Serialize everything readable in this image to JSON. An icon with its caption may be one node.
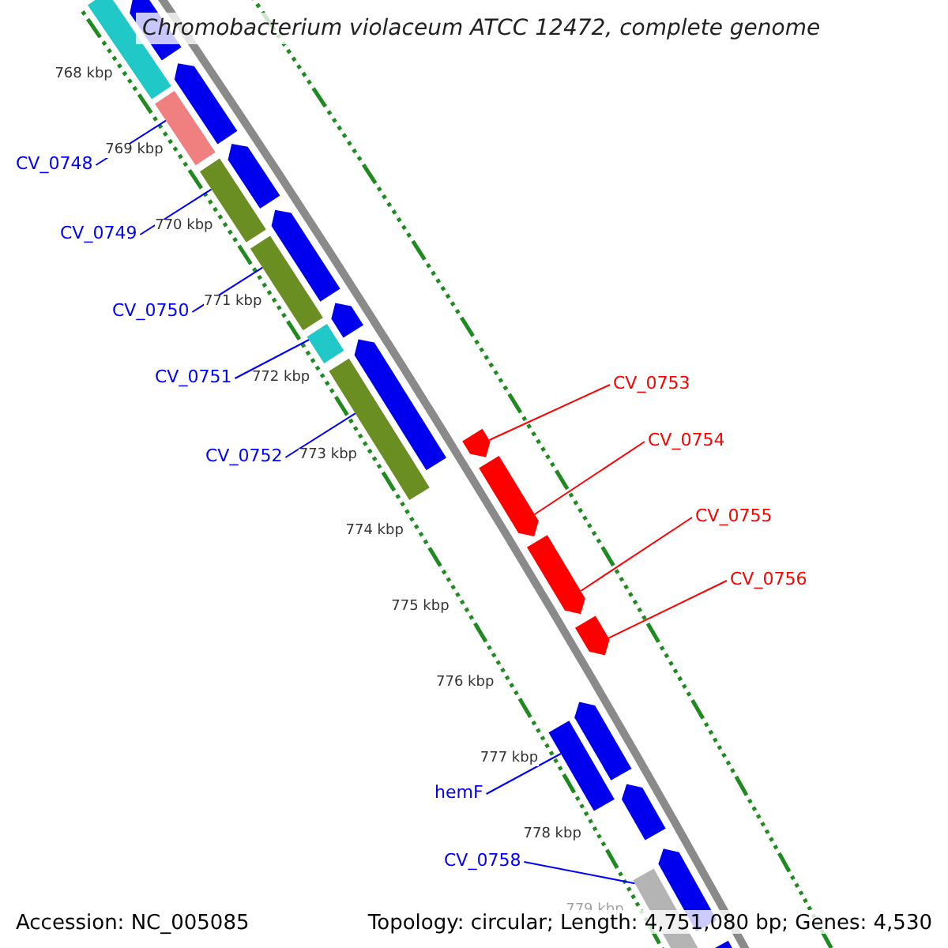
{
  "diagram": {
    "title": "Chromobacterium violaceum ATCC 12472, complete genome",
    "nodes": [
      {
        "text": [
          "CV_0748"
        ]
      },
      {
        "text": [
          "CV_0749"
        ]
      },
      {
        "text": [
          "CV_0750"
        ]
      },
      {
        "text": [
          "CV_0751"
        ]
      },
      {
        "text": [
          "CV_0752"
        ]
      },
      {
        "text": [
          "CV_0753"
        ]
      },
      {
        "text": [
          "CV_0754"
        ]
      },
      {
        "text": [
          "CV_0755"
        ]
      },
      {
        "text": [
          "CV_0756"
        ]
      },
      {
        "text": [
          "hemF"
        ]
      },
      {
        "text": [
          "CV_0758"
        ]
      },
      {
        "text": [],
        "shape": "bar"
      },
      {
        "text": [],
        "shape": "bar"
      },
      {
        "text": [],
        "shape": "bar"
      },
      {
        "text": [],
        "shape": "bar"
      },
      {
        "text": [],
        "shape": "bar"
      },
      {
        "text": [],
        "shape": "bar"
      },
      {
        "text": [],
        "shape": "bar"
      },
      {
        "text": [],
        "shape": "bar"
      },
      {
        "text": [],
        "shape": "bar"
      },
      {
        "text": [],
        "shape": "bar"
      },
      {
        "text": [],
        "shape": "bar"
      },
      {
        "text": [],
        "shape": "bar"
      },
      {
        "text": [],
        "shape": "bar"
      },
      {
        "text": [],
        "shape": "bar"
      },
      {
        "text": [],
        "shape": "bar"
      },
      {
        "text": [],
        "shape": "bar"
      },
      {
        "text": [],
        "shape": "bar"
      },
      {
        "text": [],
        "shape": "bar"
      },
      {
        "text": [],
        "shape": "bar"
      },
      {
        "text": [],
        "shape": "bar"
      },
      {
        "text": [],
        "shape": "bar"
      },
      {
        "text": [],
        "shape": "bar"
      }
    ],
    "edges": [
      {
        "from": 0,
        "to": 14,
        "arrow": "none"
      },
      {
        "from": 1,
        "to": 16,
        "arrow": "none"
      },
      {
        "from": 2,
        "to": 18,
        "arrow": "none"
      },
      {
        "from": 3,
        "to": 20,
        "arrow": "none"
      },
      {
        "from": 4,
        "to": 22,
        "arrow": "none"
      },
      {
        "from": 5,
        "to": 23,
        "arrow": "none",
        "color": "#ff0000"
      },
      {
        "from": 6,
        "to": 24,
        "arrow": "none",
        "color": "#ff0000"
      },
      {
        "from": 7,
        "to": 25,
        "arrow": "none",
        "color": "#ff0000"
      },
      {
        "from": 8,
        "to": 26,
        "arrow": "none",
        "color": "#ff0000"
      },
      {
        "from": 9,
        "to": 28,
        "arrow": "none"
      },
      {
        "from": 10,
        "to": 31,
        "arrow": "none"
      }
    ],
    "labels": [
      "768 kbp",
      "769 kbp",
      "770 kbp",
      "771 kbp",
      "772 kbp",
      "773 kbp",
      "774 kbp",
      "775 kbp",
      "776 kbp",
      "777 kbp",
      "778 kbp",
      "779 kbp",
      "Accession: NC_005085",
      "Topology: circular; Length: 4,751,080 bp; Genes: 4,530"
    ]
  }
}
